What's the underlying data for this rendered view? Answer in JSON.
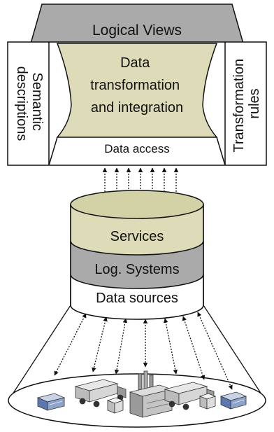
{
  "top_block": {
    "title": "Logical Views",
    "center_lines": [
      "Data",
      "transformation",
      "and integration"
    ],
    "left_label_lines": [
      "Semantic",
      "descriptions"
    ],
    "right_label_lines": [
      "Transformation",
      "rules"
    ],
    "access_label": "Data access"
  },
  "cylinder": {
    "layers": [
      "Services",
      "Log. Systems",
      "Data sources"
    ]
  },
  "colors": {
    "gray_layer": "#aaaaaa",
    "services_fill": "#dedcb8",
    "services_top": "#d3d1a6",
    "stroke": "#111111"
  },
  "icons": [
    "office-icon",
    "truck-icon",
    "package-icon",
    "factory-icon",
    "truck-icon",
    "package-icon",
    "office-icon"
  ]
}
